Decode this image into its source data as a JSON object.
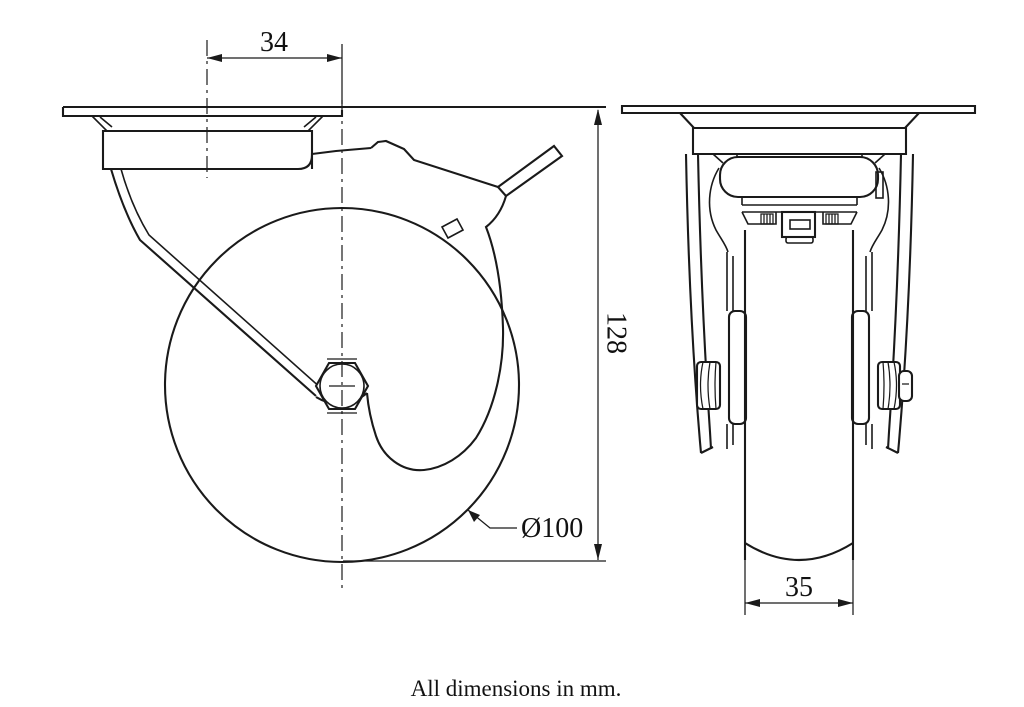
{
  "note": "All dimensions in mm.",
  "colors": {
    "line": "#1a1a1a",
    "background": "#ffffff"
  },
  "views": {
    "side": {
      "dim_swivel_offset": "34",
      "dim_overall_height": "128",
      "dim_wheel_diameter": "Ø100"
    },
    "front": {
      "dim_wheel_width": "35"
    }
  }
}
